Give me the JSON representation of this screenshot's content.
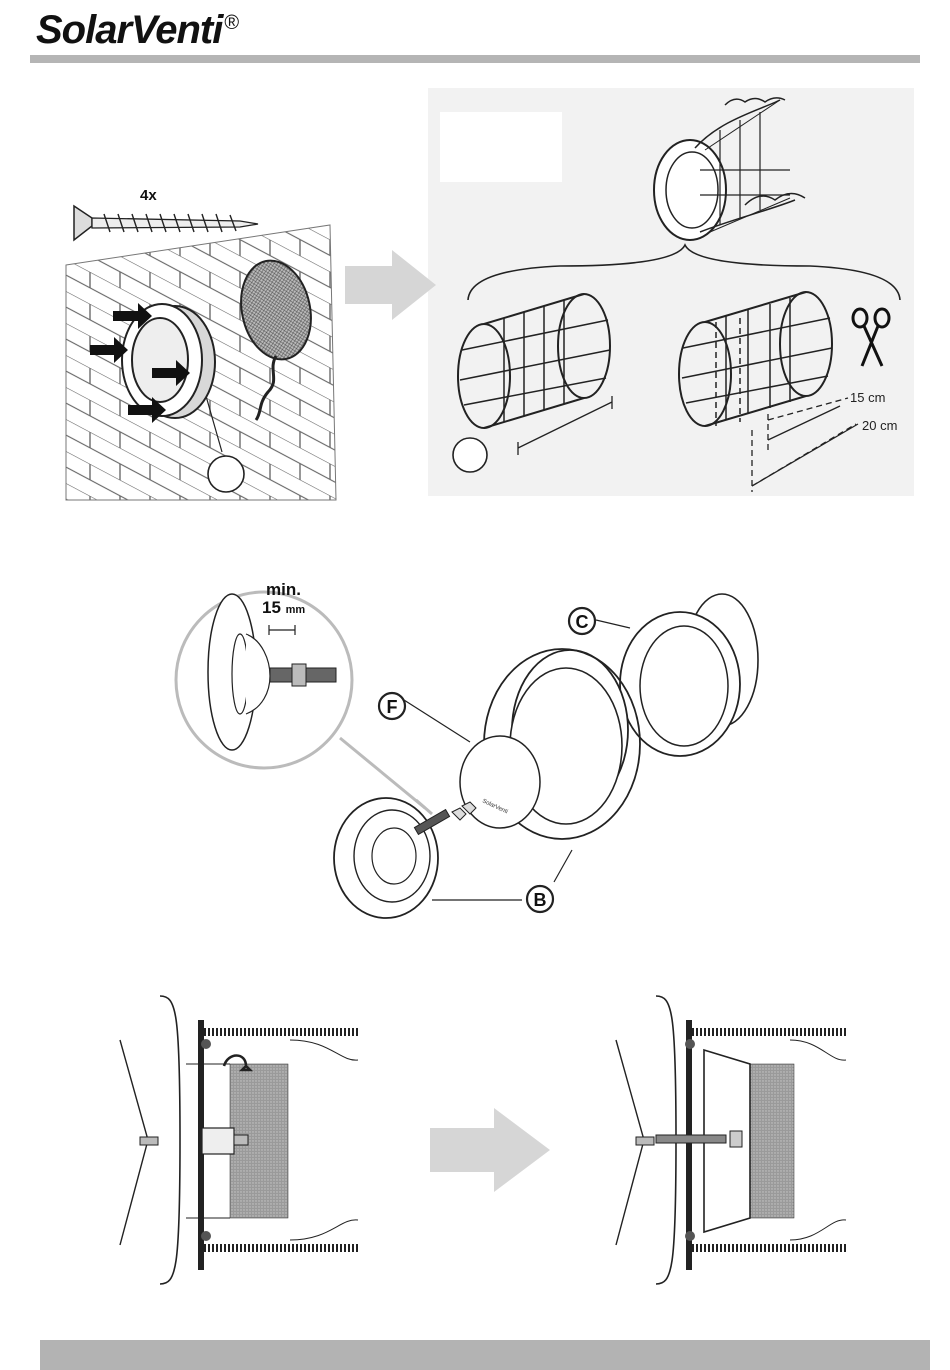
{
  "header": {
    "brand": "SolarVenti",
    "registered": "®"
  },
  "step1": {
    "screw_count": "4x"
  },
  "step2": {
    "length_short": "15 cm",
    "length_long": "20 cm",
    "scissors_icon": "scissors-icon"
  },
  "step3": {
    "min_label": "min.",
    "min_value": "15",
    "min_unit": "mm",
    "callout_b": "B",
    "callout_c": "C",
    "callout_f": "F",
    "plate_text": "SolarVenti"
  },
  "colors": {
    "rule": "#b5b5b5",
    "panel": "#f2f2f2",
    "arrow": "#d6d6d6",
    "footer": "#b3b3b3"
  }
}
